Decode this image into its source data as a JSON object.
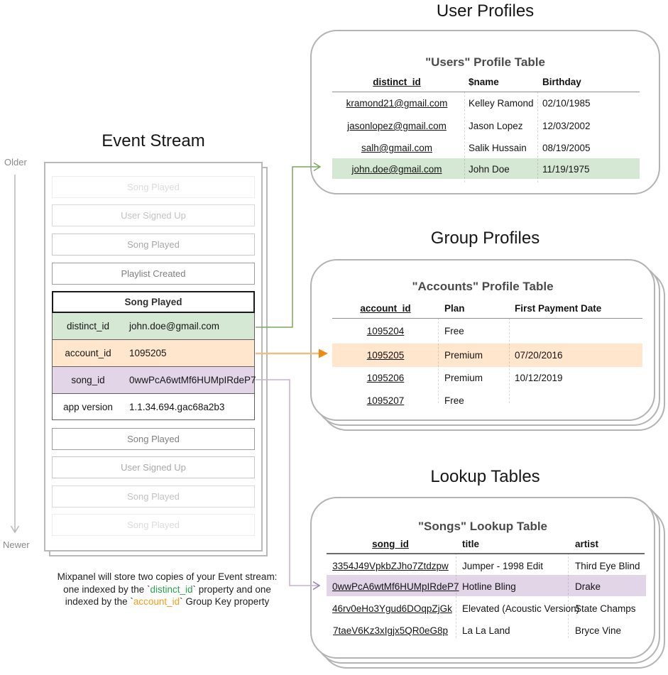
{
  "headings": {
    "event_stream": "Event Stream",
    "user_profiles": "User Profiles",
    "group_profiles": "Group Profiles",
    "lookup_tables": "Lookup Tables"
  },
  "timeline": {
    "older": "Older",
    "newer": "Newer"
  },
  "event_stream": {
    "events_before": [
      "Song Played",
      "User Signed Up",
      "Song Played",
      "Playlist Created"
    ],
    "detail_event": {
      "title": "Song Played",
      "properties": [
        {
          "key": "distinct_id",
          "value": "john.doe@gmail.com",
          "highlight_color": "#d5e8d4"
        },
        {
          "key": "account_id",
          "value": "1095205",
          "highlight_color": "#ffe6cc"
        },
        {
          "key": "song_id",
          "value": "0wwPcA6wtMf6HUMpIRdeP7",
          "highlight_color": "#e1d5e7"
        },
        {
          "key": "app version",
          "value": "1.1.34.694.gac68a2b3",
          "highlight_color": "#ffffff"
        }
      ]
    },
    "events_after": [
      "Song Played",
      "User Signed Up",
      "Song Played",
      "Song Played"
    ]
  },
  "users_table": {
    "title": "\"Users\" Profile Table",
    "headers": [
      "distinct_id",
      "$name",
      "Birthday"
    ],
    "rows": [
      [
        "kramond21@gmail.com",
        "Kelley Ramond",
        "02/10/1985"
      ],
      [
        "jasonlopez@gmail.com",
        "Jason Lopez",
        "12/03/2002"
      ],
      [
        "salh@gmail.com",
        "Salik Hussain",
        "08/19/2005"
      ],
      [
        "john.doe@gmail.com",
        "John Doe",
        "11/19/1975"
      ]
    ],
    "highlight_row_index": 3,
    "highlight_color": "#d5e8d4"
  },
  "accounts_table": {
    "title": "\"Accounts\" Profile Table",
    "headers": [
      "account_id",
      "Plan",
      "First Payment Date"
    ],
    "rows": [
      [
        "1095204",
        "Free",
        ""
      ],
      [
        "1095205",
        "Premium",
        "07/20/2016"
      ],
      [
        "1095206",
        "Premium",
        "10/12/2019"
      ],
      [
        "1095207",
        "Free",
        ""
      ]
    ],
    "highlight_row_index": 1,
    "highlight_color": "#ffe6cc"
  },
  "songs_table": {
    "title": "\"Songs\" Lookup Table",
    "headers": [
      "song_id",
      "title",
      "artist"
    ],
    "rows": [
      [
        "3354J49VpkbZJho7Ztdzpw",
        "Jumper - 1998 Edit",
        "Third Eye Blind"
      ],
      [
        "0wwPcA6wtMf6HUMpIRdeP7",
        "Hotline Bling",
        "Drake"
      ],
      [
        "46rv0eHo3Ygud6DOqpZjGk",
        "Elevated (Acoustic Version)",
        "State Champs"
      ],
      [
        "7taeV6Kz3xIgjx5QR0eG8p",
        "La La Land",
        "Bryce Vine"
      ]
    ],
    "highlight_row_index": 1,
    "highlight_color": "#e1d5e7"
  },
  "caption": {
    "line1": "Mixpanel will store two copies of your Event stream:",
    "line2_pre": "one indexed by the `",
    "line2_code": "distinct_id",
    "line2_post": "` property and one",
    "line3_pre": "indexed by the `",
    "line3_code": "account_id",
    "line3_post": "` Group Key property",
    "code_colors": {
      "distinct_id": "#27a24b",
      "account_id": "#f59c1e"
    }
  },
  "connector_colors": {
    "green_line": "#7aa95f",
    "orange_line": "#edbd86",
    "orange_head": "#f28a10",
    "purple_line": "#c5b1d2",
    "purple_head": "#977fa6",
    "timeline": "#b8b8b8"
  }
}
